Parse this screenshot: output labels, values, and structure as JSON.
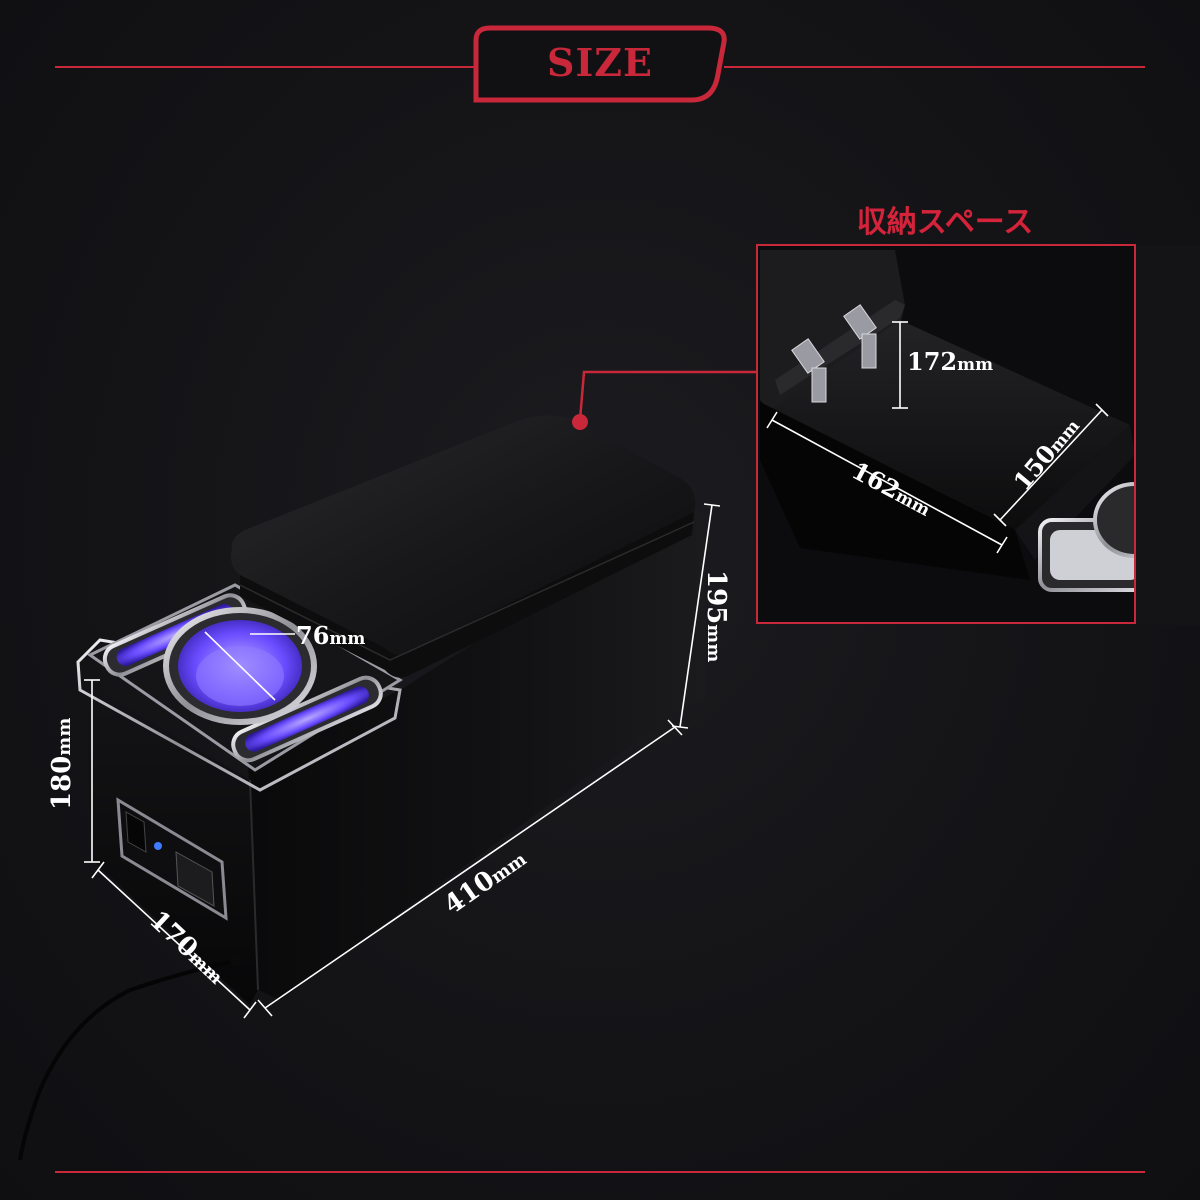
{
  "heading": {
    "title": "SIZE"
  },
  "storage": {
    "label": "収納スペース"
  },
  "dimensions": {
    "width": "410",
    "depth": "170",
    "height_front": "180",
    "height_back": "195",
    "cup_holder": "76",
    "storage_height": "172",
    "storage_length": "162",
    "storage_width": "150"
  },
  "unit": "mm",
  "colors": {
    "accent_red": "#c8283a",
    "background": "#141417",
    "led_purple": "#6a4cff",
    "chrome": "#d9d9de"
  }
}
